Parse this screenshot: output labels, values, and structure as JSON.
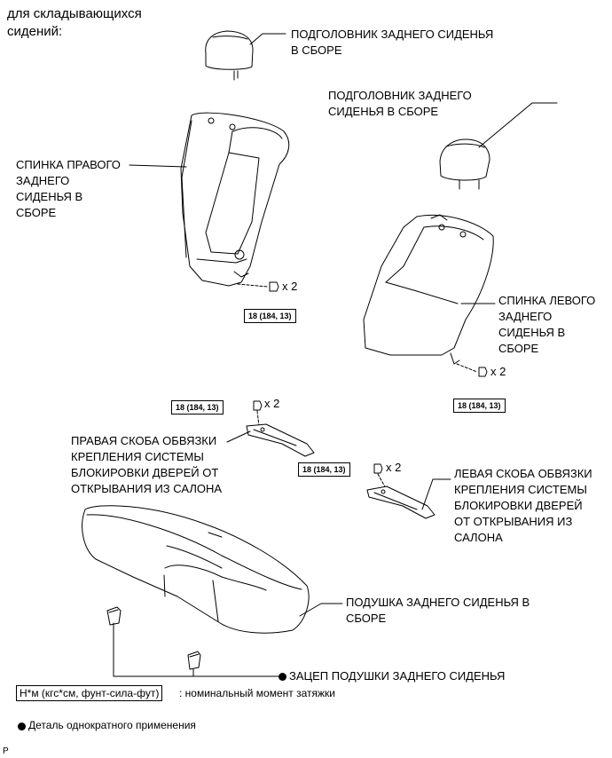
{
  "heading": "для складывающихся\nсидений:",
  "labels": {
    "headrest_1": "ПОДГОЛОВНИК ЗАДНЕГО СИДЕНЬЯ\nВ СБОРЕ",
    "headrest_2": "ПОДГОЛОВНИК ЗАДНЕГО\nСИДЕНЬЯ В СБОРЕ",
    "right_back": "СПИНКА ПРАВОГО\nЗАДНЕГО\nСИДЕНЬЯ В\nСБОРЕ",
    "left_back": "СПИНКА ЛЕВОГО\nЗАДНЕГО\nСИДЕНЬЯ В\nСБОРЕ",
    "right_bracket": "ПРАВАЯ СКОБА ОБВЯЗКИ\nКРЕПЛЕНИЯ СИСТЕМЫ\nБЛОКИРОВКИ ДВЕРЕЙ ОТ\nОТКРЫВАНИЯ ИЗ САЛОНА",
    "left_bracket": "ЛЕВАЯ СКОБА ОБВЯЗКИ\nКРЕПЛЕНИЯ СИСТЕМЫ\nБЛОКИРОВКИ ДВЕРЕЙ\nОТ ОТКРЫВАНИЯ ИЗ\nСАЛОНА",
    "cushion": "ПОДУШКА ЗАДНЕГО СИДЕНЬЯ В\nСБОРЕ",
    "hook": "ЗАЦЕП ПОДУШКИ ЗАДНЕГО СИДЕНЬЯ"
  },
  "torque": {
    "t1": "18 (184, 13)",
    "t2": "18 (184, 13)",
    "t3": "18 (184, 13)",
    "t4": "18 (184, 13)"
  },
  "quantities": {
    "q1": "x 2",
    "q2": "x 2",
    "q3": "x 2",
    "q4": "x 2"
  },
  "legend": {
    "unit_box": "Н*м (кгс*см, фунт-сила-фут)",
    "unit_desc": ": номинальный момент затяжки",
    "non_reusable": "Деталь однократного применения"
  },
  "figure_code": "P"
}
